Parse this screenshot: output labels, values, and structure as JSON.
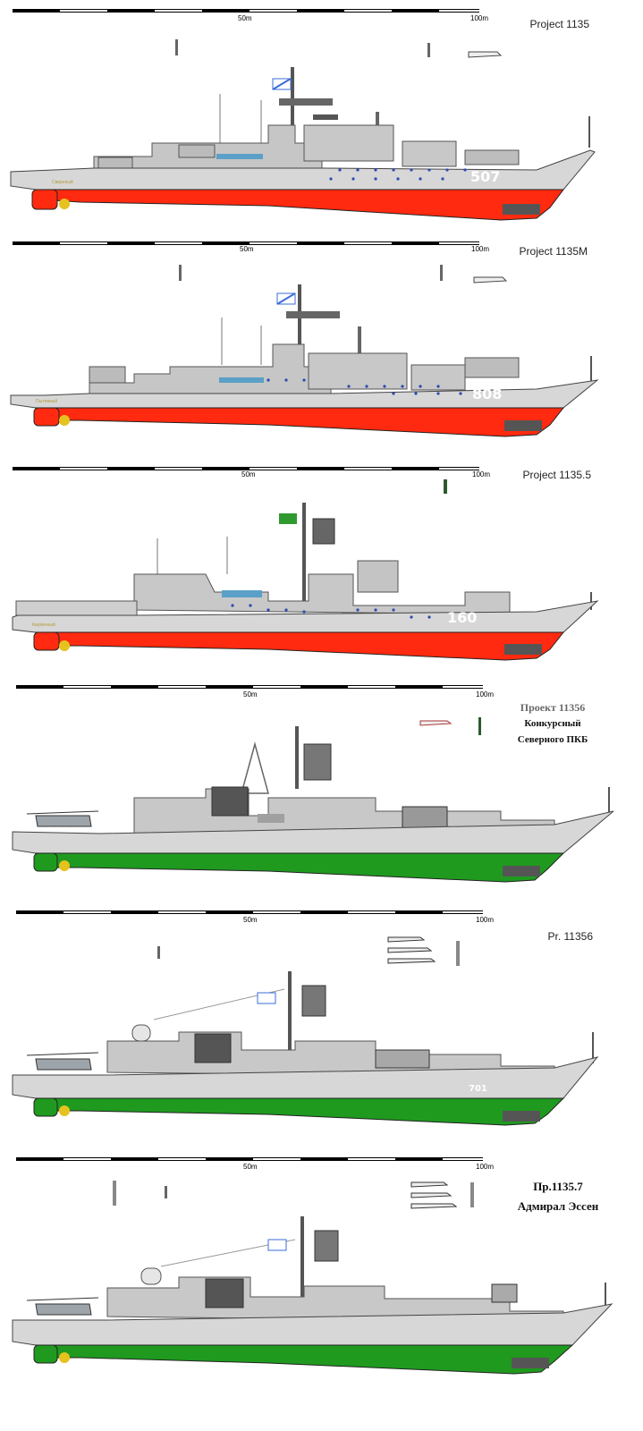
{
  "panels": [
    {
      "id": "p1135",
      "scale_mid": "50m",
      "scale_end": "100m",
      "title": "Project  1135",
      "hull_number": "507",
      "ship_name": "Свирепый",
      "colors": {
        "hull": "#d7d7d7",
        "underwater": "#ff2a0f",
        "superstructure": "#c8c8c8"
      }
    },
    {
      "id": "p1135m",
      "scale_mid": "50m",
      "scale_end": "100m",
      "title": "Project  1135M",
      "hull_number": "808",
      "ship_name": "Пытливый",
      "colors": {
        "hull": "#d7d7d7",
        "underwater": "#ff2a0f",
        "superstructure": "#c8c8c8"
      }
    },
    {
      "id": "p1135_5",
      "scale_mid": "50m",
      "scale_end": "100m",
      "title": "Project 1135.5",
      "hull_number": "160",
      "ship_name": "Кирпичный",
      "colors": {
        "hull": "#d7d7d7",
        "underwater": "#ff2a0f",
        "superstructure": "#c8c8c8"
      }
    },
    {
      "id": "p11356_contest",
      "scale_mid": "50m",
      "scale_end": "100m",
      "title_lines": [
        "Проект 11356",
        "Конкурсный",
        "Северного ПКБ"
      ],
      "colors": {
        "hull": "#d7d7d7",
        "underwater": "#1f9a1f",
        "superstructure": "#c8c8c8"
      }
    },
    {
      "id": "p11356",
      "scale_mid": "50m",
      "scale_end": "100m",
      "title": "Pr. 11356",
      "hull_number": "701",
      "colors": {
        "hull": "#d7d7d7",
        "underwater": "#1f9a1f",
        "superstructure": "#c8c8c8"
      }
    },
    {
      "id": "p1135_7",
      "scale_mid": "50m",
      "scale_end": "100m",
      "title_lines": [
        "Пр.1135.7",
        "Адмирал Эссен"
      ],
      "colors": {
        "hull": "#d7d7d7",
        "underwater": "#1f9a1f",
        "superstructure": "#c8c8c8"
      }
    }
  ]
}
